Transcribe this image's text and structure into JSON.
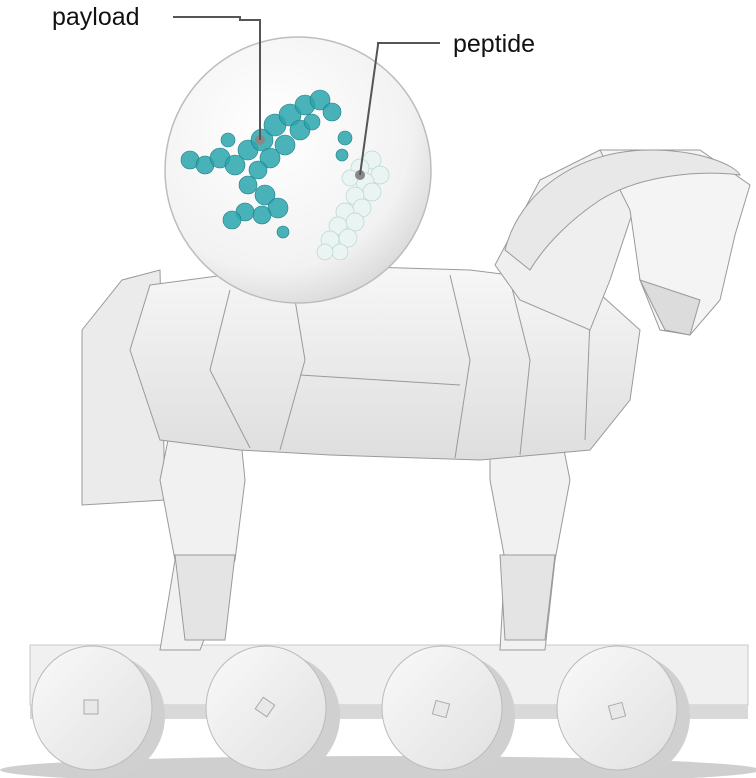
{
  "labels": {
    "payload": "payload",
    "peptide": "peptide"
  },
  "colors": {
    "payload_cluster": "#2aa5ad",
    "peptide_cluster": "#e9f4f3",
    "horse_body": "#ededed",
    "leader_line": "#555555"
  },
  "icons": {
    "bubble": "molecule-bubble",
    "horse": "trojan-horse",
    "wheel": "cart-wheel"
  }
}
